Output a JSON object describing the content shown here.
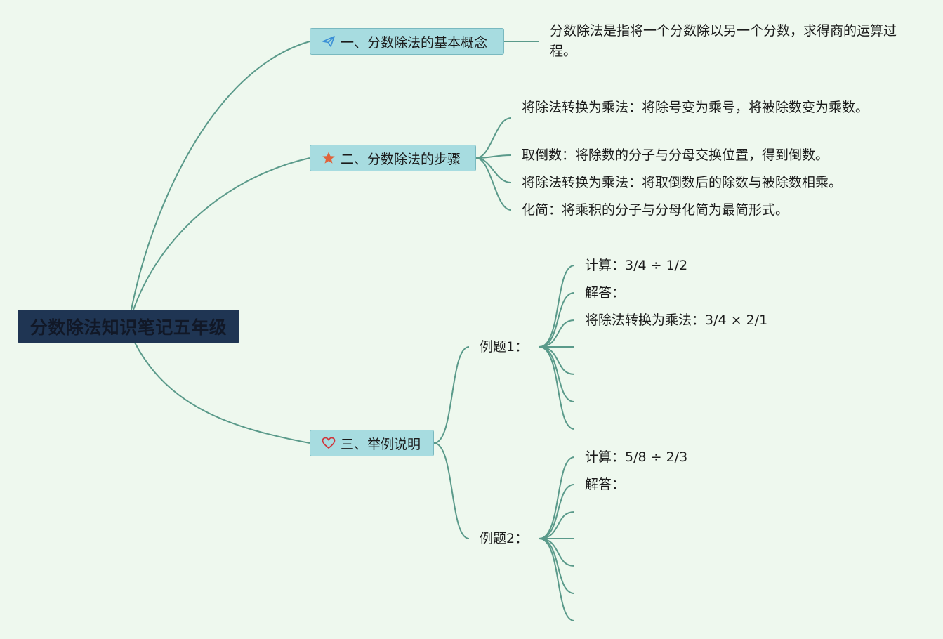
{
  "root": {
    "title": "分数除法知识笔记五年级"
  },
  "topics": [
    {
      "label": "一、分数除法的基本概念",
      "icon": "paper-plane-icon",
      "children": [
        "分数除法是指将一个分数除以另一个分数，求得商的运算过程。"
      ]
    },
    {
      "label": "二、分数除法的步骤",
      "icon": "star-icon",
      "children": [
        "将除法转换为乘法：将除号变为乘号，将被除数变为乘数。",
        "取倒数：将除数的分子与分母交换位置，得到倒数。",
        "将除法转换为乘法：将取倒数后的除数与被除数相乘。",
        "化简：将乘积的分子与分母化简为最简形式。"
      ]
    },
    {
      "label": "三、举例说明",
      "icon": "heart-icon",
      "examples": [
        {
          "label": "例题1：",
          "items": [
            "计算：3/4 ÷ 1/2",
            "解答：",
            "将除法转换为乘法：3/4 × 2/1"
          ]
        },
        {
          "label": "例题2：",
          "items": [
            "计算：5/8 ÷ 2/3",
            "解答："
          ]
        }
      ]
    }
  ],
  "colors": {
    "background": "#eef8ee",
    "connector": "#5a9a8a",
    "root_fill": "#1f3553",
    "topic_fill": "#a7dce0",
    "topic_border": "#79b9bf",
    "star": "#e0623a",
    "plane": "#3a8fd6",
    "heart": "#d0343a"
  }
}
